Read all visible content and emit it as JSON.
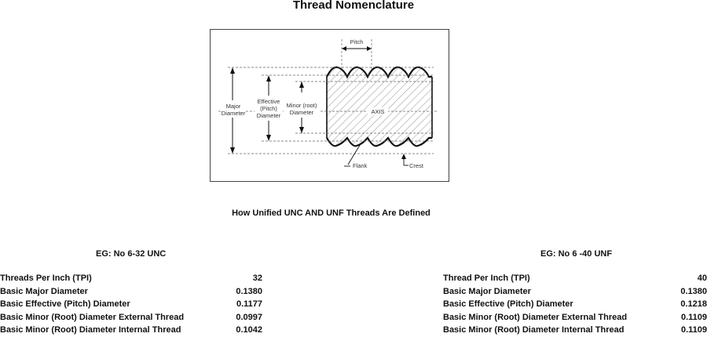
{
  "page": {
    "title": "Thread Nomenclature",
    "subtitle": "How Unified UNC AND UNF Threads Are Defined"
  },
  "diagram": {
    "labels": {
      "pitch": "Pitch",
      "major": [
        "Major",
        "Diameter"
      ],
      "effective": [
        "Effective",
        "(Pitch)",
        "Diameter"
      ],
      "minor": [
        "Minor (root)",
        "Diameter"
      ],
      "axis": "AXIS",
      "flank": "Flank",
      "crest": "Crest"
    }
  },
  "examples": [
    {
      "heading": "EG: No 6-32 UNC",
      "rows": [
        {
          "label": "Threads Per Inch (TPI)",
          "value": "32"
        },
        {
          "label": "Basic Major Diameter",
          "value": "0.1380"
        },
        {
          "label": "Basic Effective (Pitch) Diameter",
          "value": "0.1177"
        },
        {
          "label": "Basic Minor (Root) Diameter External Thread",
          "value": "0.0997"
        },
        {
          "label": "Basic Minor (Root) Diameter Internal Thread",
          "value": "0.1042"
        }
      ]
    },
    {
      "heading": "EG: No 6 -40 UNF",
      "rows": [
        {
          "label": "Thread Per Inch (TPI)",
          "value": "40"
        },
        {
          "label": "Basic Major Diameter",
          "value": "0.1380"
        },
        {
          "label": "Basic Effective (Pitch) Diameter",
          "value": "0.1218"
        },
        {
          "label": "Basic Minor (Root) Diameter External Thread",
          "value": "0.1109"
        },
        {
          "label": "Basic Minor (Root) Diameter Internal Thread",
          "value": "0.1109"
        }
      ]
    }
  ]
}
